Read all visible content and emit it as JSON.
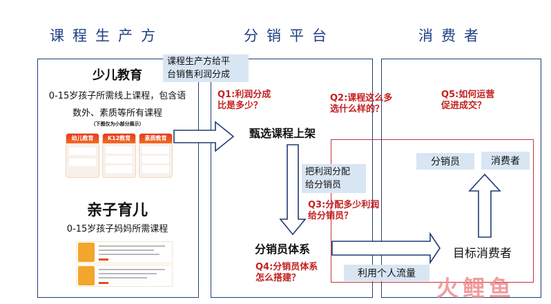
{
  "columns": {
    "producer": "课程生产方",
    "platform": "分销平台",
    "consumer": "消费者"
  },
  "producer": {
    "kids_title": "少儿教育",
    "kids_desc_line1": "0-15岁孩子所需线上课程，包含语",
    "kids_desc_line2": "数外、素质等所有课程",
    "kids_note": "（下图仅为小部分展示）",
    "cards": [
      {
        "label": "幼儿教育"
      },
      {
        "label": "K12教育"
      },
      {
        "label": "素质教育"
      }
    ],
    "parent_title": "亲子育儿",
    "parent_desc": "0-15岁孩子妈妈所需课程"
  },
  "notes": {
    "profit_share_line1": "课程生产方给平",
    "profit_share_line2": "台销售利润分成",
    "distribute_line1": "把利润分配",
    "distribute_line2": "给分销员",
    "traffic": "利用个人流量"
  },
  "questions": {
    "q1_line1": "Q1:利润分成",
    "q1_line2": "比是多少？",
    "q2_line1": "Q2:课程这么多",
    "q2_line2": "选什么样的？",
    "q3_line1": "Q3:分配多少利润",
    "q3_line2": "给分销员？",
    "q4_line1": "Q4:分销员体系",
    "q4_line2": "怎么搭建？",
    "q5_line1": "Q5:如何运营",
    "q5_line2": "促进成交？"
  },
  "flow": {
    "select": "甄选课程上架",
    "system": "分销员体系",
    "target": "目标消费者",
    "distributor": "分销员",
    "consumer": "消费者"
  },
  "watermark": "火鲤鱼",
  "colors": {
    "heading_blue": "#1f3f86",
    "panel_border": "#1f3b73",
    "note_fill": "#d8e5f3",
    "question_red": "#c41f1f",
    "target_border": "#c0323d",
    "arrow_stroke": "#1f3b73"
  }
}
